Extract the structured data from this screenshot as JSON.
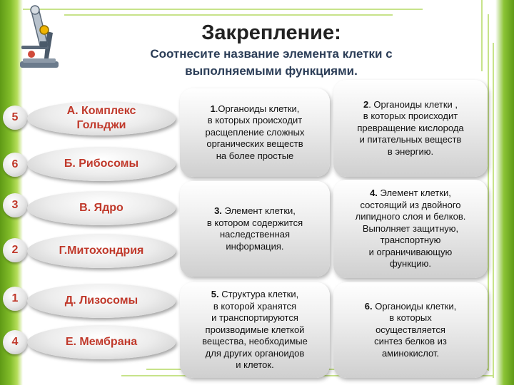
{
  "title": "Закрепление:",
  "subtitle_lines": [
    "Соотнесите название элемента клетки с",
    "выполняемыми функциями."
  ],
  "colors": {
    "green": "#82bd2a",
    "term_text": "#c0392b",
    "number_text": "#c0392b"
  },
  "icons": {
    "decoration": "microscope-icon"
  },
  "terms": [
    {
      "number": "5",
      "label": "А. Комплекс Гольджи"
    },
    {
      "number": "6",
      "label": "Б. Рибосомы"
    },
    {
      "number": "3",
      "label": "В. Ядро"
    },
    {
      "number": "2",
      "label": "Г.Митохондрия"
    },
    {
      "number": "1",
      "label": "Д. Лизосомы"
    },
    {
      "number": "4",
      "label": "Е. Мембрана"
    }
  ],
  "functions": [
    {
      "num": "1",
      "text": ".Органоиды клетки,\nв которых происходит\nрасщепление сложных\nорганических веществ\nна более простые"
    },
    {
      "num": "2",
      "text": ". Органоиды клетки ,\nв которых происходит\nпревращение кислорода\nи питательных веществ\nв энергию."
    },
    {
      "num": "3.",
      "text": " Элемент клетки,\nв котором содержится\nнаследственная\nинформация."
    },
    {
      "num": "4.",
      "text": " Элемент клетки,\nсостоящий из двойного\nлипидного слоя и белков.\nВыполняет защитную,\nтранспортную\nи ограничивающую\nфункцию."
    },
    {
      "num": "5.",
      "text": " Структура клетки,\nв которой хранятся\nи транспортируются\nпроизводимые клеткой\nвещества, необходимые\nдля других органоидов\nи клеток."
    },
    {
      "num": "6.",
      "text": " Органоиды клетки,\nв которых\nосуществляется\nсинтез белков из\nаминокислот."
    }
  ]
}
